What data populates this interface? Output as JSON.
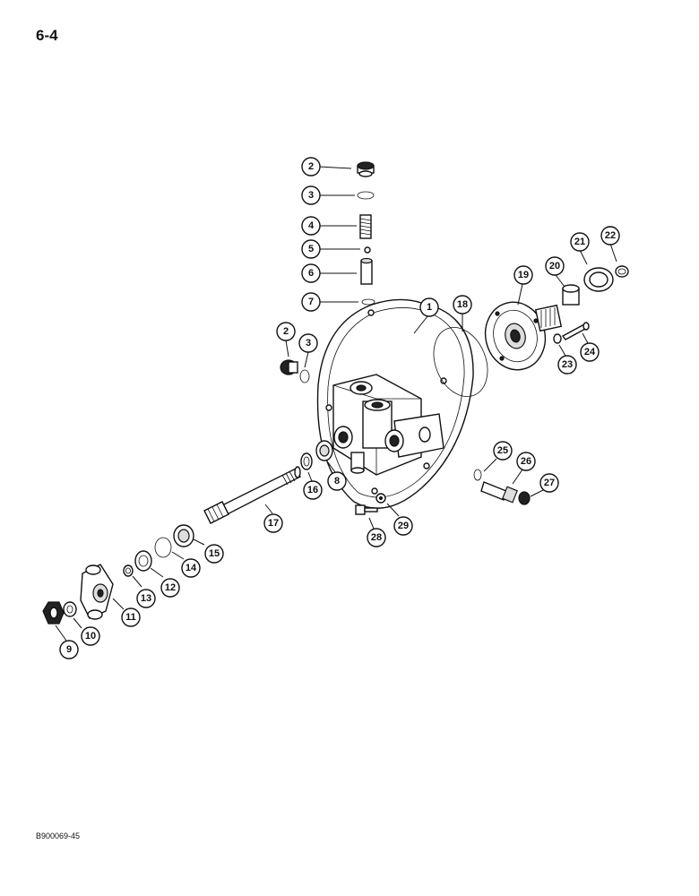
{
  "page": {
    "number": "6-4",
    "figure_code": "B900069-45"
  },
  "callouts": [
    {
      "id": "c2a",
      "label": "2"
    },
    {
      "id": "c3a",
      "label": "3"
    },
    {
      "id": "c4",
      "label": "4"
    },
    {
      "id": "c5",
      "label": "5"
    },
    {
      "id": "c6",
      "label": "6"
    },
    {
      "id": "c7",
      "label": "7"
    },
    {
      "id": "c1",
      "label": "1"
    },
    {
      "id": "c18",
      "label": "18"
    },
    {
      "id": "c19",
      "label": "19"
    },
    {
      "id": "c20",
      "label": "20"
    },
    {
      "id": "c21",
      "label": "21"
    },
    {
      "id": "c22",
      "label": "22"
    },
    {
      "id": "c23",
      "label": "23"
    },
    {
      "id": "c24",
      "label": "24"
    },
    {
      "id": "c2b",
      "label": "2"
    },
    {
      "id": "c3b",
      "label": "3"
    },
    {
      "id": "c16",
      "label": "16"
    },
    {
      "id": "c8",
      "label": "8"
    },
    {
      "id": "c25",
      "label": "25"
    },
    {
      "id": "c26",
      "label": "26"
    },
    {
      "id": "c27",
      "label": "27"
    },
    {
      "id": "c17",
      "label": "17"
    },
    {
      "id": "c28",
      "label": "28"
    },
    {
      "id": "c29",
      "label": "29"
    },
    {
      "id": "c15",
      "label": "15"
    },
    {
      "id": "c14",
      "label": "14"
    },
    {
      "id": "c12",
      "label": "12"
    },
    {
      "id": "c13",
      "label": "13"
    },
    {
      "id": "c11",
      "label": "11"
    },
    {
      "id": "c10",
      "label": "10"
    },
    {
      "id": "c9",
      "label": "9"
    }
  ]
}
